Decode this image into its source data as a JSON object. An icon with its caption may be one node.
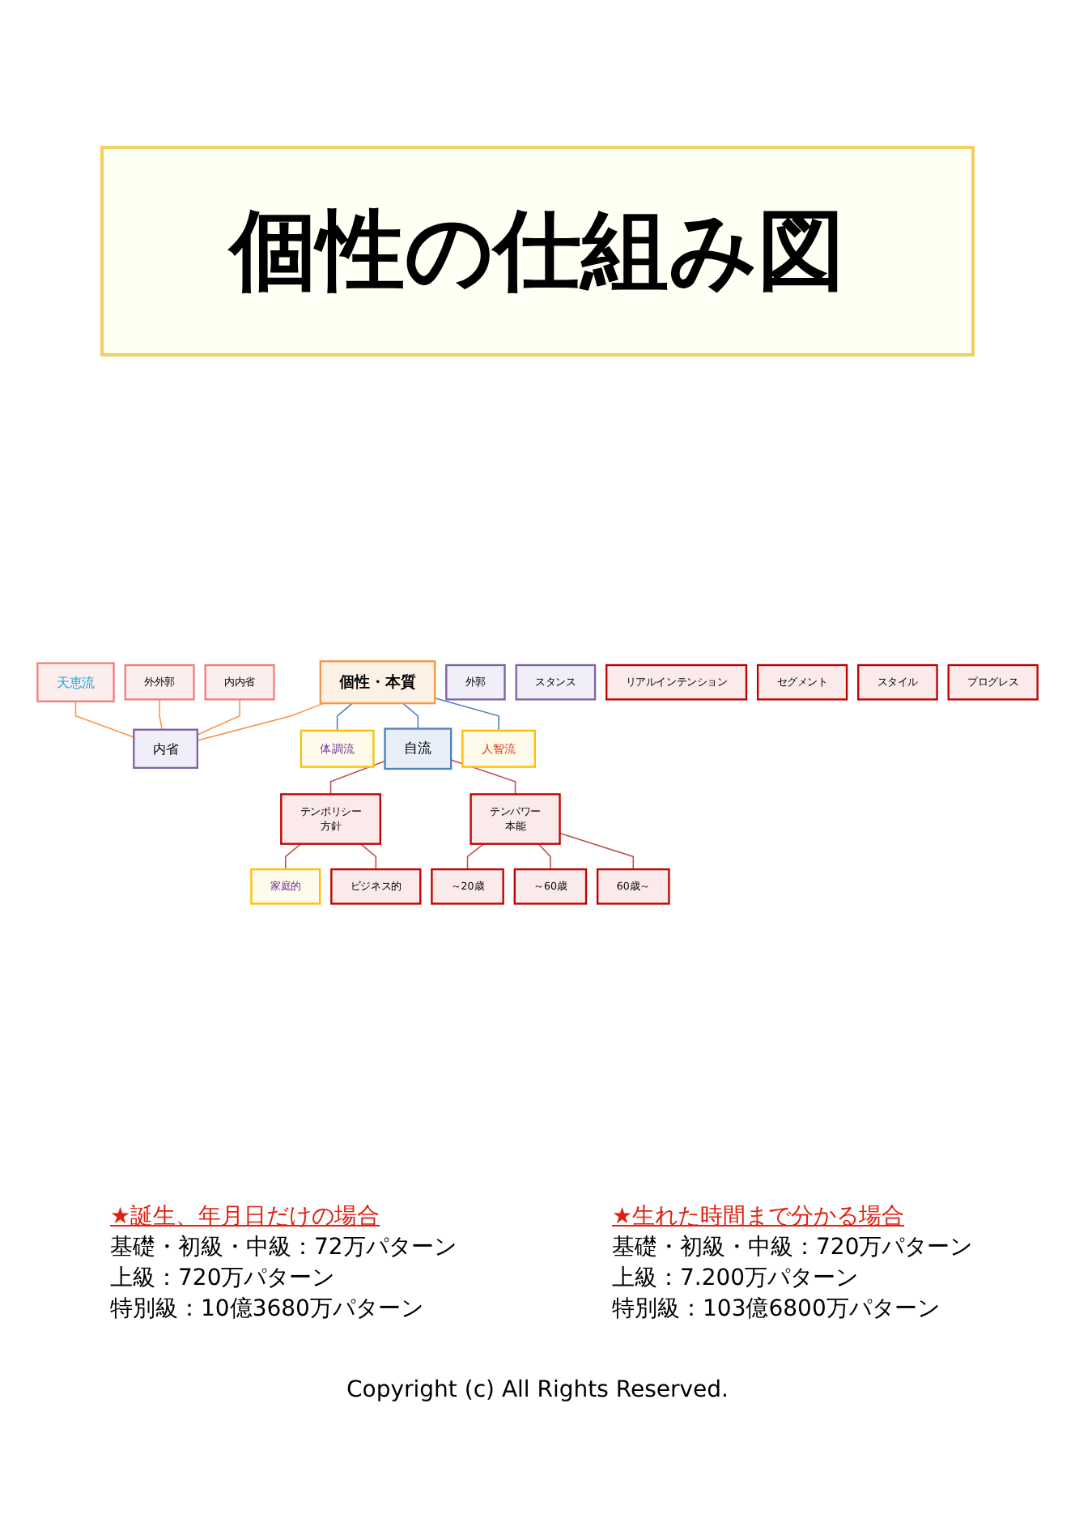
{
  "diagram": {
    "title": "個性の仕組み図",
    "nodes": [
      {
        "text": [
          "個性・本質"
        ]
      },
      {
        "text": [
          "天恵流"
        ]
      },
      {
        "text": [
          "外外郭"
        ]
      },
      {
        "text": [
          "内内省"
        ]
      },
      {
        "text": [
          "外郭"
        ]
      },
      {
        "text": [
          "スタンス"
        ]
      },
      {
        "text": [
          "内省"
        ]
      },
      {
        "text": [
          "リアルインテンション"
        ]
      },
      {
        "text": [
          "セグメント"
        ]
      },
      {
        "text": [
          "スタイル"
        ]
      },
      {
        "text": [
          "プログレス"
        ]
      },
      {
        "text": [
          "体調流"
        ]
      },
      {
        "text": [
          "自流"
        ]
      },
      {
        "text": [
          "人智流"
        ]
      },
      {
        "text": [
          "テンポリシー",
          "方針"
        ]
      },
      {
        "text": [
          "テンパワー",
          "本能"
        ]
      },
      {
        "text": [
          "家庭的"
        ]
      },
      {
        "text": [
          "ビジネス的"
        ]
      },
      {
        "text": [
          "～20歳"
        ]
      },
      {
        "text": [
          "～60歳"
        ]
      },
      {
        "text": [
          "60歳～"
        ]
      }
    ],
    "edges": [
      {
        "from": 0,
        "to": 6,
        "arrow": "none",
        "color": "#f79646"
      },
      {
        "from": 1,
        "to": 6,
        "arrow": "none",
        "color": "#f79646"
      },
      {
        "from": 2,
        "to": 6,
        "arrow": "none",
        "color": "#f79646"
      },
      {
        "from": 3,
        "to": 6,
        "arrow": "none",
        "color": "#f79646"
      },
      {
        "from": 0,
        "to": 11,
        "arrow": "none",
        "color": "#4f81bd"
      },
      {
        "from": 0,
        "to": 12,
        "arrow": "none",
        "color": "#4f81bd"
      },
      {
        "from": 0,
        "to": 13,
        "arrow": "none",
        "color": "#4f81bd"
      },
      {
        "from": 12,
        "to": 14,
        "arrow": "none"
      },
      {
        "from": 12,
        "to": 15,
        "arrow": "none"
      },
      {
        "from": 14,
        "to": 16,
        "arrow": "none"
      },
      {
        "from": 14,
        "to": 17,
        "arrow": "none"
      },
      {
        "from": 15,
        "to": 18,
        "arrow": "none"
      },
      {
        "from": 15,
        "to": 19,
        "arrow": "none"
      },
      {
        "from": 15,
        "to": 20,
        "arrow": "none"
      }
    ],
    "labels": [
      "★誕生、年月日だけの場合",
      "基礎・初級・中級：72万パターン",
      "上級：720万パターン",
      "特別級：10億3680万パターン",
      "★生れた時間まで分かる場合",
      "基礎・初級・中級：720万パターン",
      "上級：7.200万パターン",
      "特別級：103億6800万パターン"
    ],
    "caption": "Copyright (c) All Rights Reserved."
  }
}
